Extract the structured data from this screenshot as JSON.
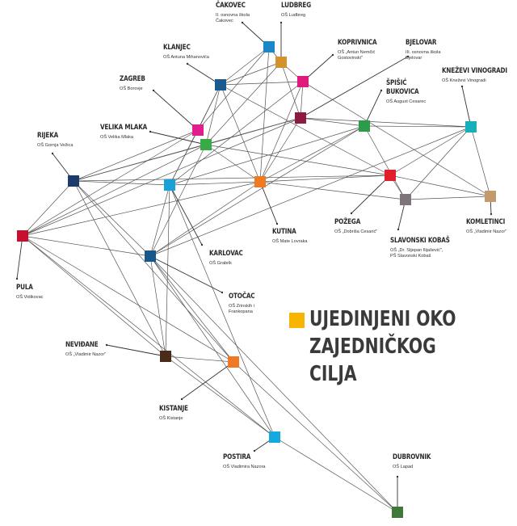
{
  "title": {
    "lines": [
      "UJEDINJENI OKO",
      "ZAJEDNIČKOG",
      "CILJA"
    ],
    "accent": "#f7b500"
  },
  "nodes": [
    {
      "id": "cakovec",
      "name": "ČAKOVEC",
      "school": "II. osnovna škola\nČakovec",
      "color": "#1a87c9"
    },
    {
      "id": "ludbreg",
      "name": "LUDBREG",
      "school": "OŠ Ludbreg",
      "color": "#d4922e"
    },
    {
      "id": "koprivnica",
      "name": "KOPRIVNICA",
      "school": "OŠ „Antun Nemčić\nGostovinski\"",
      "color": "#e0197c"
    },
    {
      "id": "klanjec",
      "name": "KLANJEC",
      "school": "OŠ Antuna Mihanovića",
      "color": "#1a5a8f"
    },
    {
      "id": "bjelovar",
      "name": "BJELOVAR",
      "school": "III. osnovna škola\nBjelovar",
      "color": "#8e1a3f"
    },
    {
      "id": "zagreb",
      "name": "ZAGREB",
      "school": "OŠ Borovje",
      "color": "#e01e8c"
    },
    {
      "id": "velikamlaka",
      "name": "VELIKA MLAKA",
      "school": "OŠ Velika Mlaka",
      "color": "#3aaa48"
    },
    {
      "id": "spisic",
      "name": "ŠPIŠIĆ\nBUKOVICA",
      "school": "OŠ August Cesarec",
      "color": "#2d9c4a"
    },
    {
      "id": "knezevi",
      "name": "KNEŽEVI VINOGRADI",
      "school": "OŠ Kneževi Vinogradi",
      "color": "#17b0b8"
    },
    {
      "id": "rijeka",
      "name": "RIJEKA",
      "school": "OŠ Gornja Vežica",
      "color": "#1c3a6e"
    },
    {
      "id": "karlovac",
      "name": "KARLOVAC",
      "school": "OŠ Grabrik",
      "color": "#1aa0d8"
    },
    {
      "id": "kutina",
      "name": "KUTINA",
      "school": "OŠ Mate Lovraka",
      "color": "#f07a22"
    },
    {
      "id": "pozega",
      "name": "POŽEGA",
      "school": "OŠ „Dobriša Cesarić\"",
      "color": "#e01f2b"
    },
    {
      "id": "slkobas",
      "name": "SLAVONSKI KOBAŠ",
      "school": "OŠ „Dr. Stjepan Ilijašević\",\nPŠ Slavonski Kobaš",
      "color": "#7c7479"
    },
    {
      "id": "komletinci",
      "name": "KOMLETINCI",
      "school": "OŠ „Vladimir Nazor\"",
      "color": "#c49a6c"
    },
    {
      "id": "pula",
      "name": "PULA",
      "school": "OŠ Vidikovac",
      "color": "#c8102e"
    },
    {
      "id": "otocac",
      "name": "OTOČAC",
      "school": "OŠ Zrinskih i\nFrankopana",
      "color": "#17578a"
    },
    {
      "id": "nevidane",
      "name": "NEVIĐANE",
      "school": "OŠ „Vladimir Nazor\"",
      "color": "#4a2b17"
    },
    {
      "id": "kistanje",
      "name": "KISTANJE",
      "school": "OŠ Kistanje",
      "color": "#f07a22"
    },
    {
      "id": "postira",
      "name": "POSTIRA",
      "school": "OŠ Vladimira Nazora",
      "color": "#16a9e0"
    },
    {
      "id": "dubrovnik",
      "name": "DUBROVNIK",
      "school": "OŠ Lapad",
      "color": "#3d7a3a"
    }
  ],
  "edges": [
    [
      "cakovec",
      "klanjec"
    ],
    [
      "cakovec",
      "zagreb"
    ],
    [
      "cakovec",
      "kutina"
    ],
    [
      "cakovec",
      "ludbreg"
    ],
    [
      "ludbreg",
      "klanjec"
    ],
    [
      "ludbreg",
      "koprivnica"
    ],
    [
      "ludbreg",
      "bjelovar"
    ],
    [
      "ludbreg",
      "velikamlaka"
    ],
    [
      "koprivnica",
      "klanjec"
    ],
    [
      "koprivnica",
      "bjelovar"
    ],
    [
      "koprivnica",
      "kutina"
    ],
    [
      "koprivnica",
      "komletinci"
    ],
    [
      "koprivnica",
      "karlovac"
    ],
    [
      "klanjec",
      "zagreb"
    ],
    [
      "klanjec",
      "velikamlaka"
    ],
    [
      "klanjec",
      "kutina"
    ],
    [
      "klanjec",
      "pozega"
    ],
    [
      "klanjec",
      "karlovac"
    ],
    [
      "bjelovar",
      "velikamlaka"
    ],
    [
      "bjelovar",
      "spisic"
    ],
    [
      "bjelovar",
      "kutina"
    ],
    [
      "bjelovar",
      "knezevi"
    ],
    [
      "bjelovar",
      "rijeka"
    ],
    [
      "bjelovar",
      "pula"
    ],
    [
      "spisic",
      "kutina"
    ],
    [
      "spisic",
      "knezevi"
    ],
    [
      "spisic",
      "karlovac"
    ],
    [
      "spisic",
      "otocac"
    ],
    [
      "spisic",
      "slkobas"
    ],
    [
      "knezevi",
      "pozega"
    ],
    [
      "knezevi",
      "komletinci"
    ],
    [
      "knezevi",
      "slkobas"
    ],
    [
      "knezevi",
      "otocac"
    ],
    [
      "zagreb",
      "rijeka"
    ],
    [
      "zagreb",
      "pula"
    ],
    [
      "zagreb",
      "karlovac"
    ],
    [
      "velikamlaka",
      "rijeka"
    ],
    [
      "velikamlaka",
      "kutina"
    ],
    [
      "velikamlaka",
      "pula"
    ],
    [
      "velikamlaka",
      "otocac"
    ],
    [
      "rijeka",
      "karlovac"
    ],
    [
      "rijeka",
      "pula"
    ],
    [
      "rijeka",
      "otocac"
    ],
    [
      "rijeka",
      "nevidane"
    ],
    [
      "rijeka",
      "kistanje"
    ],
    [
      "rijeka",
      "pozega"
    ],
    [
      "kutina",
      "pozega"
    ],
    [
      "kutina",
      "slkobas"
    ],
    [
      "kutina",
      "otocac"
    ],
    [
      "kutina",
      "pula"
    ],
    [
      "pozega",
      "slkobas"
    ],
    [
      "pozega",
      "komletinci"
    ],
    [
      "slkobas",
      "komletinci"
    ],
    [
      "pozega",
      "velikamlaka"
    ],
    [
      "pula",
      "otocac"
    ],
    [
      "pula",
      "nevidane"
    ],
    [
      "pula",
      "kistanje"
    ],
    [
      "pula",
      "postira"
    ],
    [
      "karlovac",
      "otocac"
    ],
    [
      "karlovac",
      "nevidane"
    ],
    [
      "karlovac",
      "postira"
    ],
    [
      "karlovac",
      "kutina"
    ],
    [
      "otocac",
      "nevidane"
    ],
    [
      "otocac",
      "kistanje"
    ],
    [
      "otocac",
      "dubrovnik"
    ],
    [
      "otocac",
      "postira"
    ],
    [
      "nevidane",
      "kistanje"
    ],
    [
      "nevidane",
      "postira"
    ],
    [
      "kistanje",
      "dubrovnik"
    ],
    [
      "postira",
      "dubrovnik"
    ]
  ]
}
